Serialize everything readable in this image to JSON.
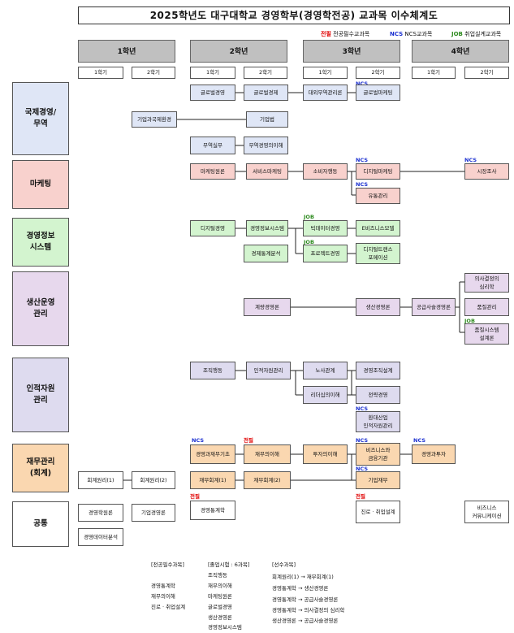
{
  "title": "2025학년도 대구대학교 경영학부(경영학전공) 교과목 이수체계도",
  "legend": {
    "required_tag": "전필",
    "required_label": "전공필수교과목",
    "ncs_tag": "NCS",
    "ncs_label": "NCS교과목",
    "job_tag": "JOB",
    "job_label": "취업실계교과목"
  },
  "years": [
    "1학년",
    "2학년",
    "3학년",
    "4학년"
  ],
  "semesters": [
    "1학기",
    "2학기",
    "1학기",
    "2학기",
    "1학기",
    "2학기",
    "1학기",
    "2학기"
  ],
  "categories": {
    "intl": "국제경영/\n무역",
    "marketing": "마케팅",
    "mis": "경영정보\n시스템",
    "production": "생산운영\n관리",
    "hr": "인적자원\n관리",
    "finance": "재무관리\n(회계)",
    "common": "공통"
  },
  "courses": {
    "global_mgmt": "글로벌경영",
    "global_econ": "글로벌경제",
    "foreign_trade": "대외무역관리론",
    "global_mkt": "글로벌마케팅",
    "corp_env": "기업과국제환경",
    "corp_law": "기업법",
    "trade_practice": "무역실무",
    "trade_english": "무역경영의이해",
    "mkt_principles": "마케팅원론",
    "service_mkt": "서비스마케팅",
    "consumer_behavior": "소비자행동",
    "digital_mkt": "디지털마케팅",
    "market_research": "시장조사",
    "distribution": "유통관리",
    "digital_mgmt": "디지털경영",
    "mis_course": "경영정보시스템",
    "bigdata": "빅데이터경영",
    "ebiz": "E비즈니스모델",
    "econ_stats": "경제통계분석",
    "project_mgmt": "프로젝트경영",
    "digital_tf": "디지털트랜스\n포메이션",
    "decision": "의사결정의\n심리학",
    "quant_mgmt": "계량경영론",
    "prod_mgmt": "생산경영론",
    "scm": "공급사슬경영론",
    "quality": "품질관리",
    "quality_sys": "품질시스템\n설계론",
    "org_behavior": "조직행동",
    "hrm": "인적자원관리",
    "labor": "노사관계",
    "org_design": "경영조직설계",
    "leadership": "리더십의이해",
    "strategy": "전략경영",
    "hr_env": "환대산업\n인적자원관리",
    "fin_acct_basics": "경영과재무기초",
    "fin_understanding": "재무의이해",
    "investment": "투자의이해",
    "biz_finance": "비즈니스와\n금융기관",
    "mgmt_investment": "경영과투자",
    "fin_acct1": "재무회계(1)",
    "fin_acct2": "재무회계(2)",
    "corp_finance": "기업재무",
    "acct_principles1": "회계원리(1)",
    "acct_principles2": "회계원리(2)",
    "mgmt_principles": "경영학원론",
    "corp_econ": "기업경영론",
    "biz_stats": "경영통계학",
    "career": "진로 · 취업설계",
    "biz_comm": "비즈니스\n커뮤니케이션",
    "mgmt_data": "경영데이터분석"
  },
  "notes": {
    "required_header": "[전공필수과목]",
    "required": [
      "경영통계학",
      "재무의이해",
      "진로 · 취업설계"
    ],
    "exam_header": "[졸업시험 : 6과목]",
    "exam": [
      "조직행동",
      "재무의이해",
      "마케팅원론",
      "글로벌경영",
      "생산경영론",
      "경영정보시스템"
    ],
    "prereq_header": "[선수과목]",
    "prereq": [
      "회계원리(1) → 재무회계(1)",
      "경영통계학 → 생산경영론",
      "경영통계학 → 공급사슬경영론",
      "경영통계학 → 의사결정의 심리학",
      "생산경영론 → 공급사슬경영론"
    ]
  }
}
